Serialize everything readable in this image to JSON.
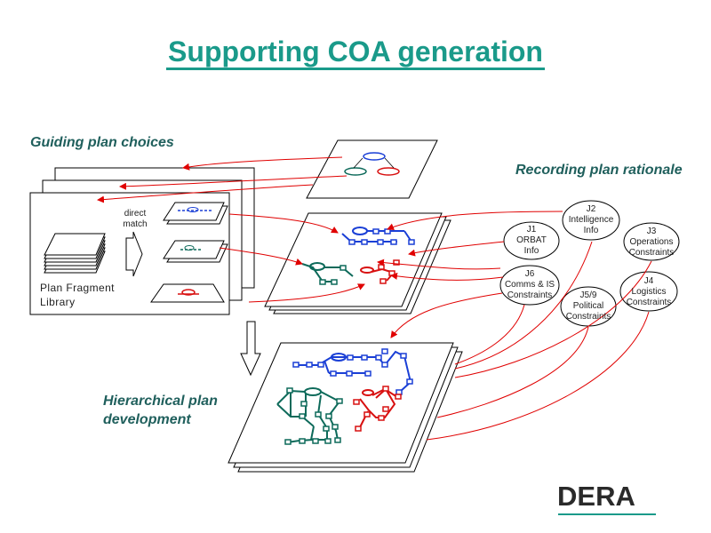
{
  "title": "Supporting COA generation",
  "headings": {
    "guiding": "Guiding plan choices",
    "recording": "Recording plan rationale",
    "hierarchical_line1": "Hierarchical plan",
    "hierarchical_line2": "development"
  },
  "library": {
    "line1": "Plan Fragment",
    "line2": "Library"
  },
  "direct_match": {
    "line1": "direct",
    "line2": "match"
  },
  "nodes": [
    {
      "id": "j1",
      "line1": "J1",
      "line2": "ORBAT",
      "line3": "Info"
    },
    {
      "id": "j2",
      "line1": "J2",
      "line2": "Intelligence",
      "line3": "Info"
    },
    {
      "id": "j3",
      "line1": "J3",
      "line2": "Operations",
      "line3": "Constraints"
    },
    {
      "id": "j4",
      "line1": "J4",
      "line2": "Logistics",
      "line3": "Constraints"
    },
    {
      "id": "j5",
      "line1": "J5/9",
      "line2": "Political",
      "line3": "Constraints"
    },
    {
      "id": "j6",
      "line1": "J6",
      "line2": "Comms & IS",
      "line3": "Constraints"
    }
  ],
  "logo": "DERA",
  "colors": {
    "title": "#1a9a8a",
    "heading": "#1f5f5c",
    "arrow": "#e00000",
    "plan_blue": "#1a3fd6",
    "plan_green": "#0d6a5a",
    "plan_red": "#d81010"
  }
}
